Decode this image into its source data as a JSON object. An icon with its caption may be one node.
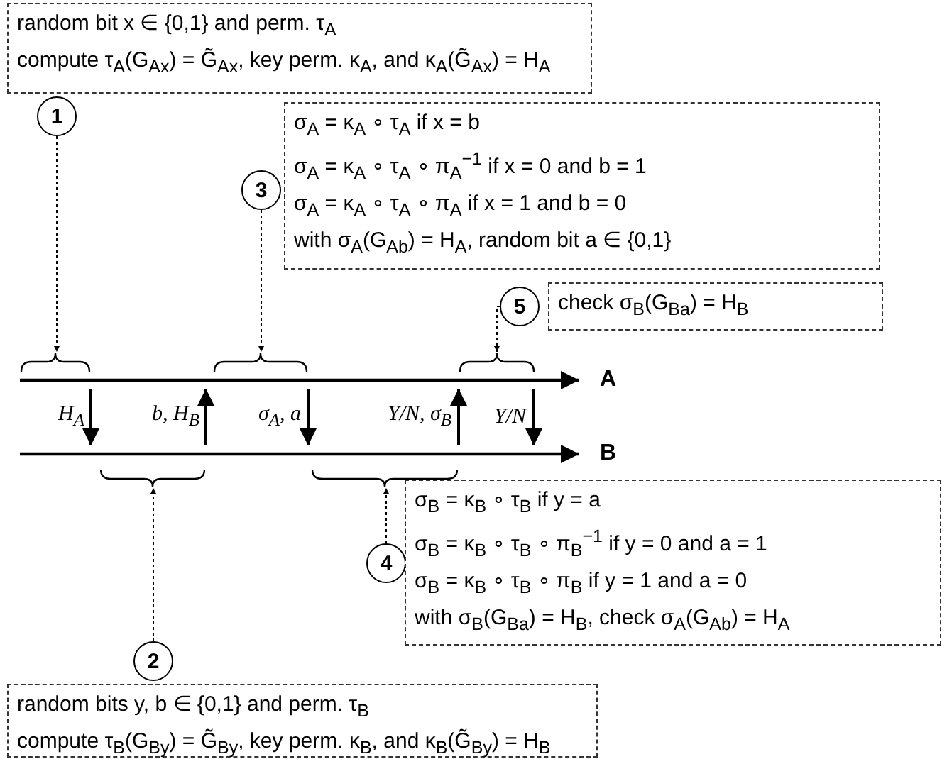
{
  "diagram": {
    "nodes": [
      {
        "text": [
          "random bit x ∈ {0,1} and perm. τ$_{A}$",
          "compute τ$_{A}$(G$_{A}$$_{x}$) = G̃$_{A}$$_{x}$, key perm. κ$_{A}$, and κ$_{A}$(G̃$_{A}$$_{x}$) = H$_{A}$"
        ]
      },
      {
        "text": [
          "1"
        ]
      },
      {
        "text": [
          "3"
        ]
      },
      {
        "text": [
          "σ$_{A}$ = κ$_{A}$ ∘ τ$_{A}$ if x = b",
          "σ$_{A}$ = κ$_{A}$ ∘ τ$_{A}$ ∘ π$_{A}$$^{−1}$ if x = 0 and b = 1",
          "σ$_{A}$ = κ$_{A}$ ∘ τ$_{A}$ ∘ π$_{A}$ if x = 1 and b = 0",
          "with σ$_{A}$(G$_{A}$$_{b}$) = H$_{A}$, random bit a ∈ {0,1}"
        ]
      },
      {
        "text": [
          "5"
        ]
      },
      {
        "text": [
          "check σ$_{B}$(G$_{B}$$_{a}$) = H$_{B}$"
        ]
      },
      {
        "text": [],
        "shape": "brace"
      },
      {
        "text": [],
        "shape": "brace"
      },
      {
        "text": [],
        "shape": "brace"
      },
      {
        "text": [
          "A"
        ]
      },
      {
        "text": [
          "B"
        ]
      },
      {
        "text": [],
        "shape": "brace"
      },
      {
        "text": [],
        "shape": "brace"
      },
      {
        "text": [
          "4"
        ]
      },
      {
        "text": [
          "σ$_{B}$ = κ$_{B}$ ∘ τ$_{B}$ if y = a",
          "σ$_{B}$ = κ$_{B}$ ∘ τ$_{B}$ ∘ π$_{B}$$^{−1}$ if y = 0 and a = 1",
          "σ$_{B}$ = κ$_{B}$ ∘ τ$_{B}$ ∘ π$_{B}$ if y = 1 and a = 0",
          "with σ$_{B}$(G$_{B}$$_{a}$) = H$_{B}$, check σ$_{A}$(G$_{A}$$_{b}$) = H$_{A}$"
        ]
      },
      {
        "text": [
          "2"
        ]
      },
      {
        "text": [
          "random bits y, b ∈ {0,1} and perm. τ$_{B}$",
          "compute τ$_{B}$(G$_{B}$$_{y}$) = G̃$_{B}$$_{y}$, key perm. κ$_{B}$, and κ$_{B}$(G̃$_{B}$$_{y}$) = H$_{B}$"
        ]
      }
    ],
    "edges": [
      {
        "from": 1,
        "to": 6,
        "arrow": "to",
        "style": "dashed"
      },
      {
        "from": 2,
        "to": 7,
        "arrow": "to",
        "style": "dashed"
      },
      {
        "from": 4,
        "to": 8,
        "arrow": "to",
        "style": "dashed"
      },
      {
        "from": 9,
        "to": 10,
        "arrow": "to",
        "label": "H$_{A}$"
      },
      {
        "from": 10,
        "to": 9,
        "arrow": "to",
        "label": "b, H$_{B}$"
      },
      {
        "from": 9,
        "to": 10,
        "arrow": "to",
        "label": "σ$_{A}$, a"
      },
      {
        "from": 10,
        "to": 9,
        "arrow": "to",
        "label": "Y/N, σ$_{B}$"
      },
      {
        "from": 9,
        "to": 10,
        "arrow": "to",
        "label": "Y/N"
      },
      {
        "from": 15,
        "to": 11,
        "arrow": "to",
        "style": "dashed"
      },
      {
        "from": 13,
        "to": 12,
        "arrow": "to",
        "style": "dashed"
      }
    ]
  }
}
